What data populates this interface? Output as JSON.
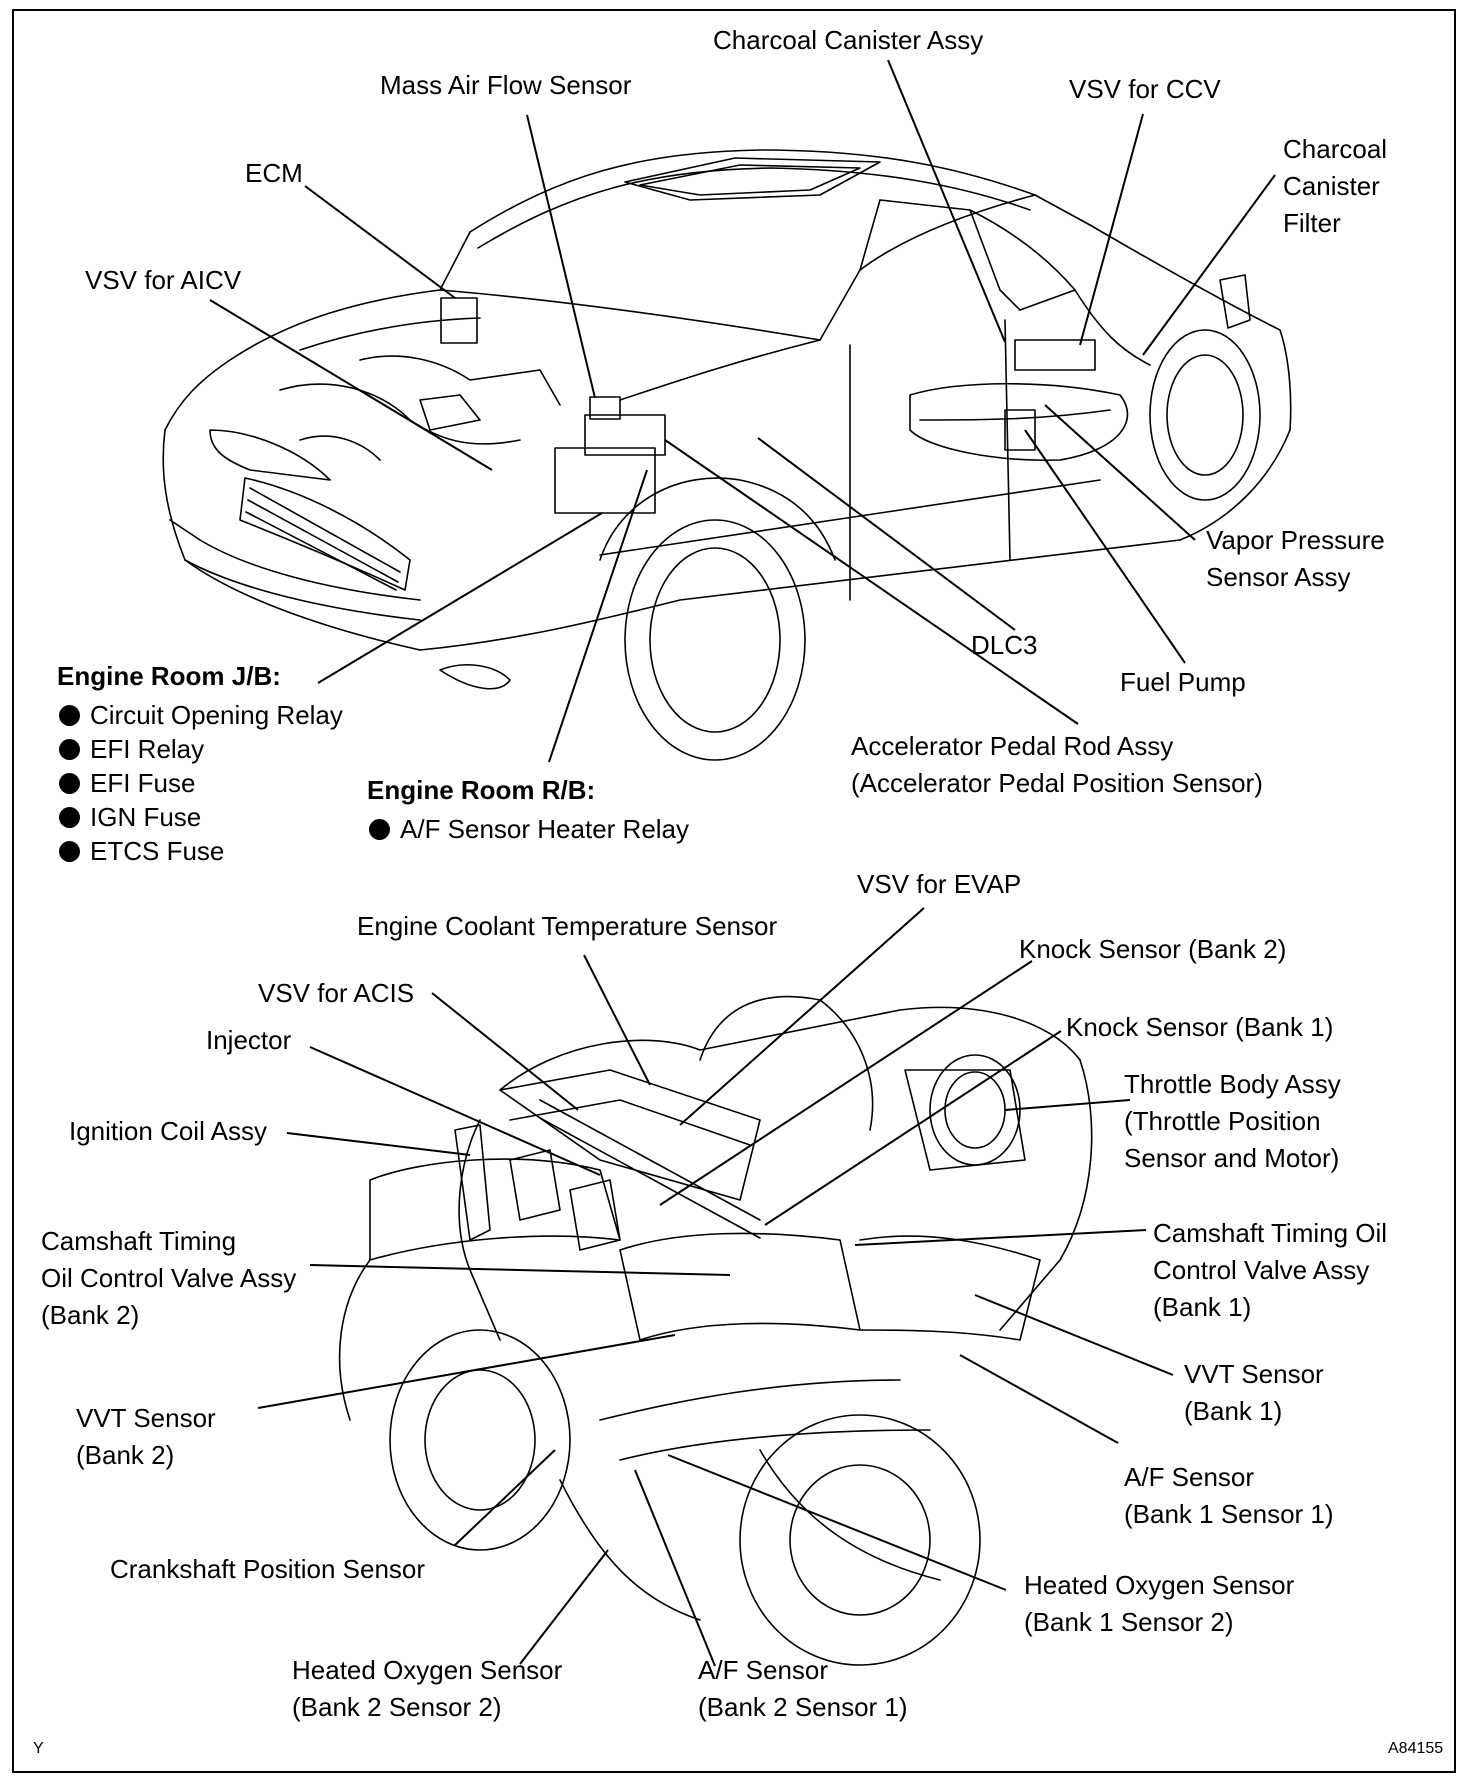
{
  "labels": {
    "charcoal_canister_assy": "Charcoal Canister Assy",
    "mass_air_flow_sensor": "Mass Air Flow Sensor",
    "vsv_ccv": "VSV for CCV",
    "charcoal_canister_filter": [
      "Charcoal",
      "Canister",
      "Filter"
    ],
    "ecm": "ECM",
    "vsv_aicv": "VSV for AICV",
    "vapor_pressure_sensor": [
      "Vapor Pressure",
      "Sensor Assy"
    ],
    "dlc3": "DLC3",
    "fuel_pump": "Fuel Pump",
    "accelerator_pedal": [
      "Accelerator Pedal Rod Assy",
      "(Accelerator Pedal Position Sensor)"
    ],
    "vsv_evap": "VSV for EVAP",
    "engine_coolant_temp": "Engine Coolant Temperature Sensor",
    "knock_bank2": "Knock Sensor (Bank 2)",
    "vsv_acis": "VSV for ACIS",
    "knock_bank1": "Knock Sensor (Bank 1)",
    "injector": "Injector",
    "throttle_body": [
      "Throttle Body Assy",
      "(Throttle Position",
      "Sensor and Motor)"
    ],
    "ignition_coil": "Ignition Coil Assy",
    "camshaft_ocv_bank1": [
      "Camshaft Timing Oil",
      "Control Valve Assy",
      "(Bank 1)"
    ],
    "camshaft_ocv_bank2": [
      "Camshaft Timing",
      "Oil Control Valve Assy",
      "(Bank 2)"
    ],
    "vvt_bank1": [
      "VVT Sensor",
      "(Bank 1)"
    ],
    "vvt_bank2": [
      "VVT Sensor",
      "(Bank 2)"
    ],
    "af_bank1_s1": [
      "A/F Sensor",
      "(Bank 1 Sensor 1)"
    ],
    "crankshaft_position": "Crankshaft Position Sensor",
    "ho2_bank1_s2": [
      "Heated Oxygen Sensor",
      "(Bank 1 Sensor 2)"
    ],
    "ho2_bank2_s2": [
      "Heated Oxygen Sensor",
      "(Bank 2 Sensor 2)"
    ],
    "af_bank2_s1": [
      "A/F Sensor",
      "(Bank 2 Sensor 1)"
    ]
  },
  "engine_room_jb": {
    "title": "Engine Room J/B:",
    "items": [
      "Circuit Opening  Relay",
      "EFI Relay",
      "EFI Fuse",
      "IGN Fuse",
      "ETCS Fuse"
    ]
  },
  "engine_room_rb": {
    "title": "Engine Room R/B:",
    "items": [
      "A/F Sensor Heater Relay"
    ]
  },
  "corner_left": "Y",
  "corner_right": "A84155"
}
